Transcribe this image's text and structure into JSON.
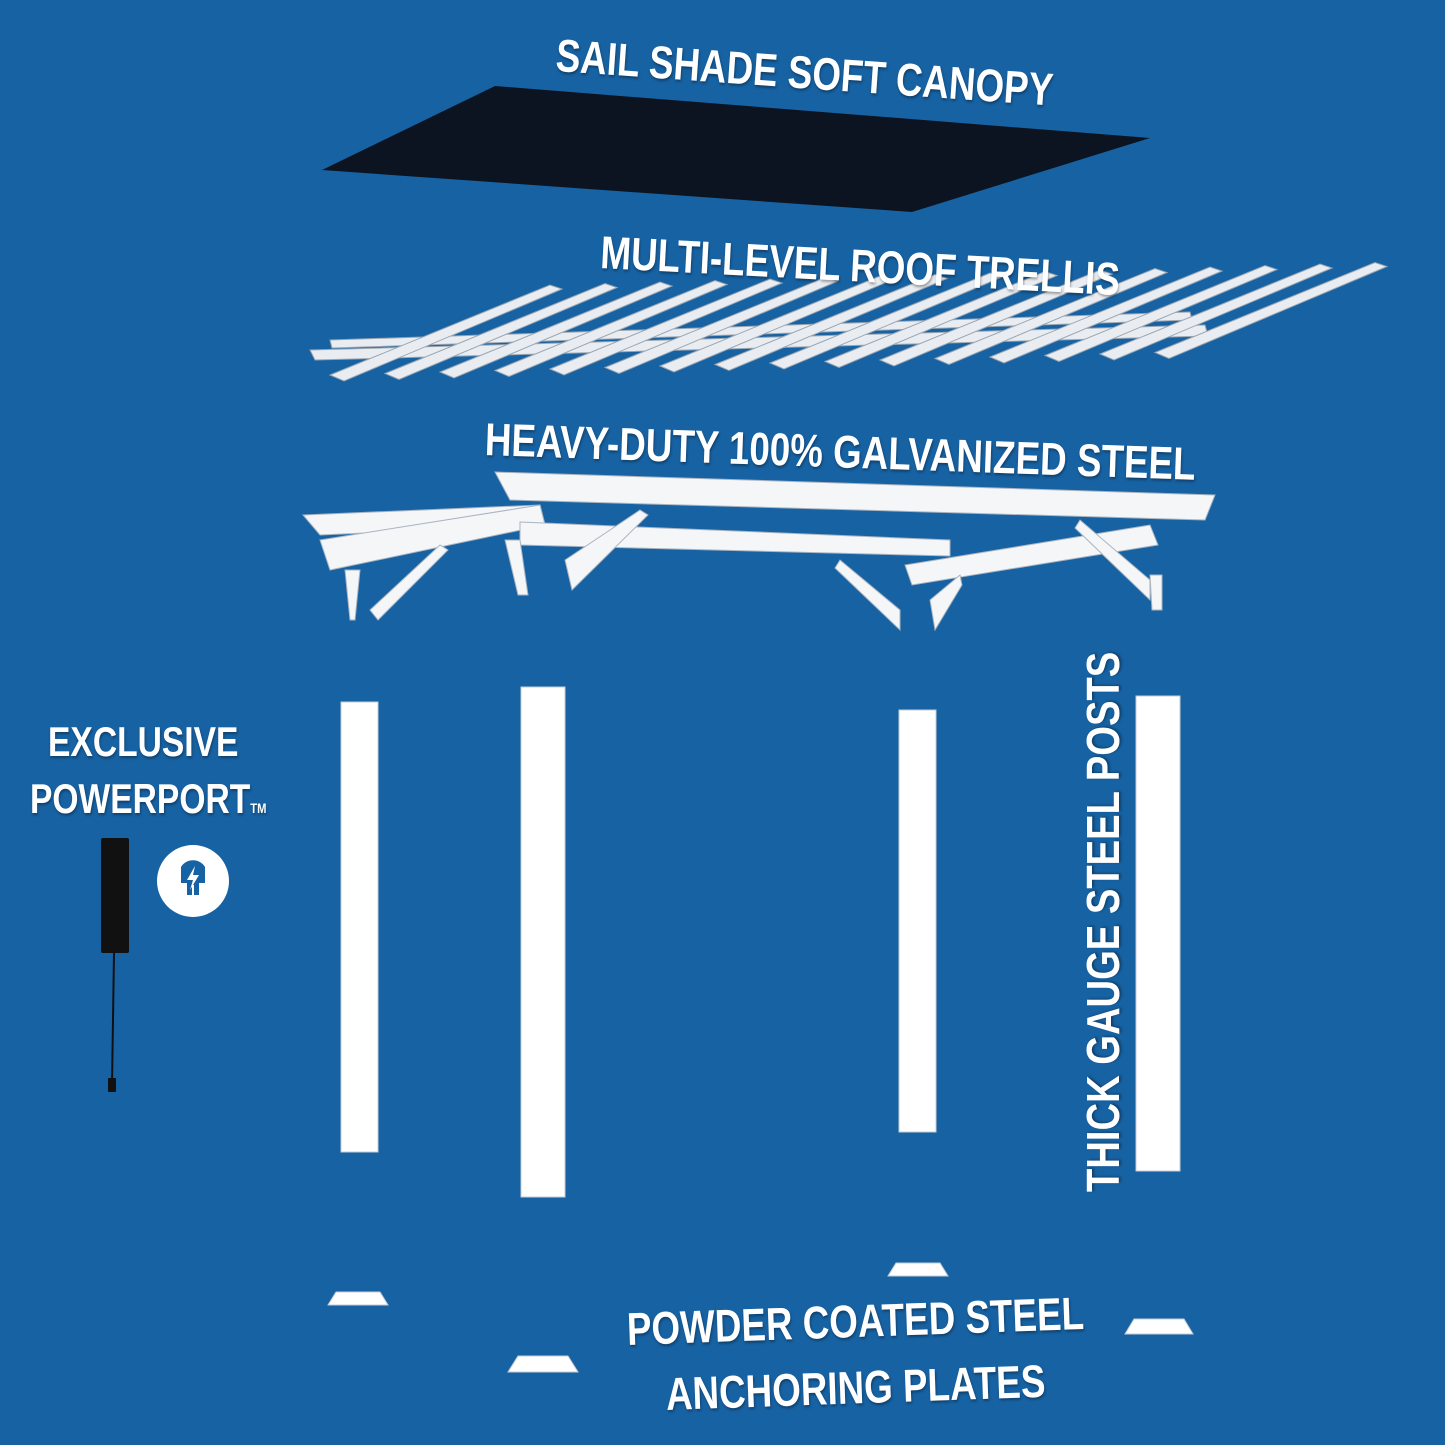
{
  "labels": {
    "canopy": "SAIL SHADE SOFT CANOPY",
    "trellis": "MULTI-LEVEL ROOF TRELLIS",
    "steel": "HEAVY-DUTY 100% GALVANIZED STEEL",
    "posts": "THICK GAUGE STEEL POSTS",
    "plates_line1": "POWDER COATED STEEL",
    "plates_line2": "ANCHORING PLATES",
    "powerport_line1": "EXCLUSIVE",
    "powerport_line2": "POWERPORT",
    "trademark": "TM"
  },
  "colors": {
    "background": "#1762a3",
    "canopy": "#0b1420",
    "structure": "#ffffff"
  }
}
